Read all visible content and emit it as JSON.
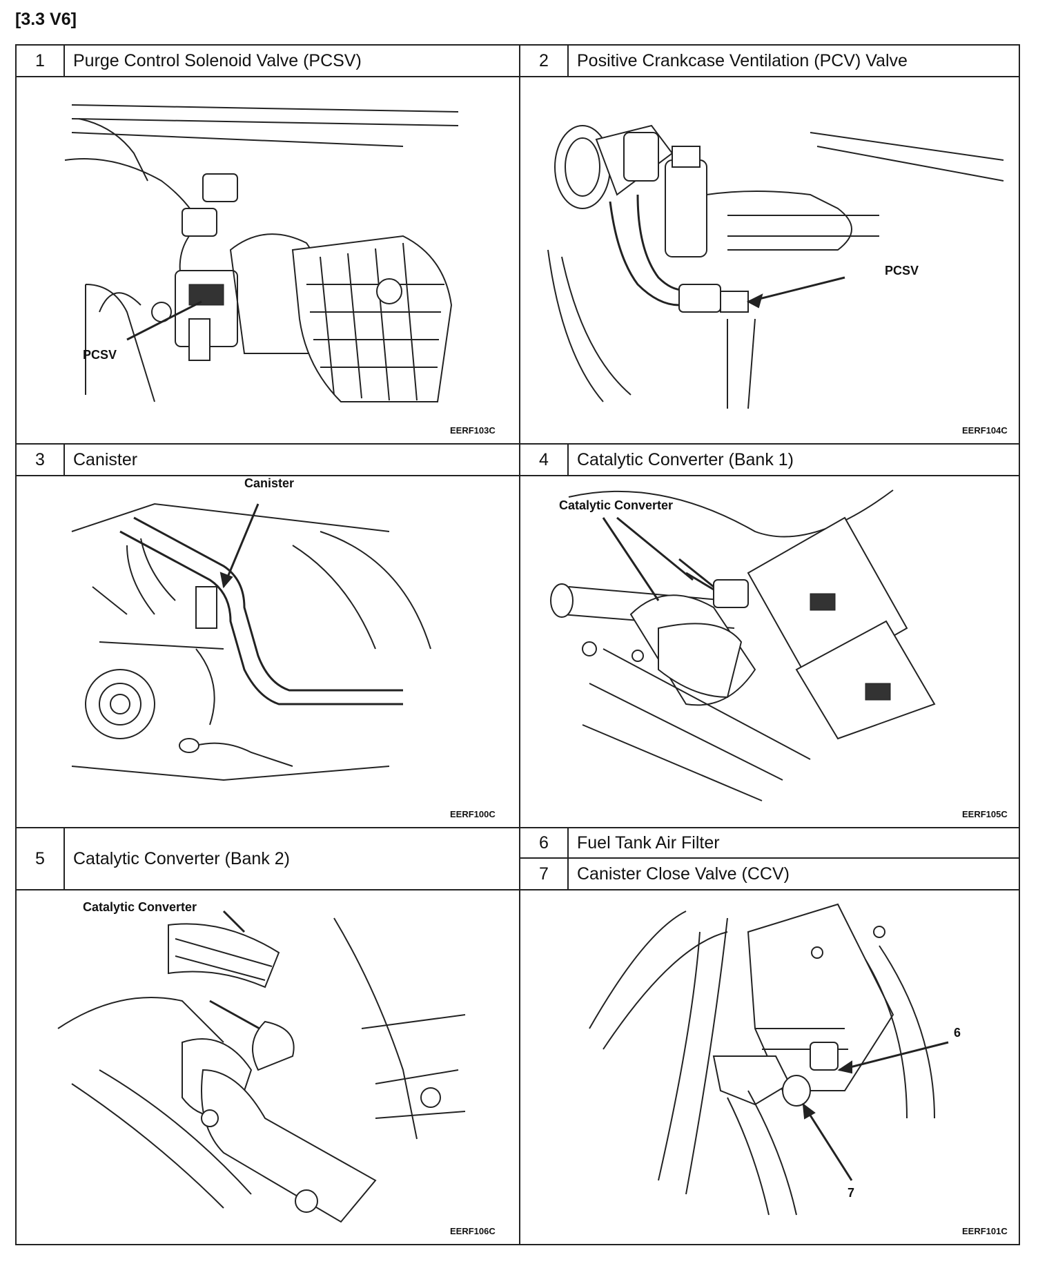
{
  "doc_title": "[3.3 V6]",
  "panels": [
    {
      "num": "1",
      "label": "Purge Control Solenoid Valve (PCSV)",
      "code": "EERF103C",
      "callout": "PCSV"
    },
    {
      "num": "2",
      "label": "Positive Crankcase Ventilation (PCV) Valve",
      "code": "EERF104C",
      "callout": "PCSV"
    },
    {
      "num": "3",
      "label": "Canister",
      "code": "EERF100C",
      "callout": "Canister"
    },
    {
      "num": "4",
      "label": "Catalytic Converter (Bank 1)",
      "code": "EERF105C",
      "callout": "Catalytic Converter"
    },
    {
      "num": "5",
      "label": "Catalytic Converter (Bank 2)",
      "code": "EERF106C",
      "callout": "Catalytic Converter"
    },
    {
      "num": "6",
      "label": "Fuel Tank Air Filter"
    },
    {
      "num": "7",
      "label": "Canister Close Valve (CCV)",
      "code": "EERF101C",
      "callout_a": "6",
      "callout_b": "7"
    }
  ]
}
